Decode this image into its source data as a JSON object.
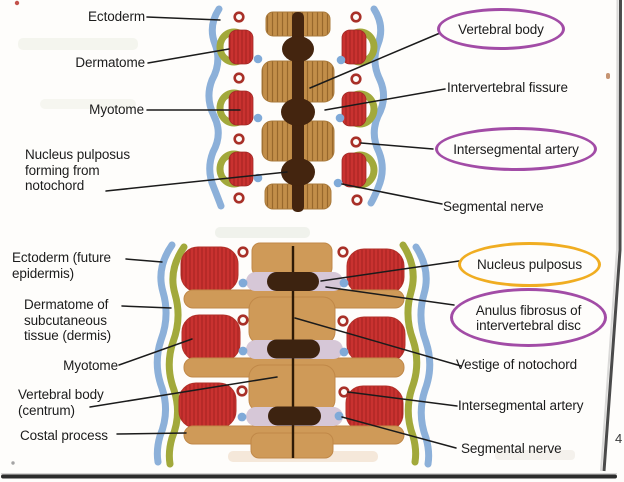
{
  "page": {
    "page_number": "4"
  },
  "palette": {
    "vertebra_tan_top": "#c28e49",
    "vertebra_tan_bottom": "#cf9a58",
    "tan_stripe": "#8a5a22",
    "somite_red": "#c93230",
    "red_stripe": "#9b1f1e",
    "dermatome_olive": "#a2a93b",
    "ectoderm_blue": "#8cb0d9",
    "notochord_dark_brown": "#44250f",
    "disc_lavender": "#d6c7d7",
    "circle_purple": "#a24ca6",
    "circle_yellow": "#f0ad21",
    "leader_line": "#1b1b1b"
  },
  "top_diagram": {
    "labels": {
      "ectoderm": "Ectoderm",
      "dermatome": "Dermatome",
      "myotome": "Myotome",
      "nucleus_pulposus_forming": "Nucleus pulposus forming from notochord",
      "vertebral_body": "Vertebral body",
      "intervertebral_fissure": "Intervertebral fissure",
      "intersegmental_artery": "Intersegmental artery",
      "segmental_nerve": "Segmental nerve"
    }
  },
  "bottom_diagram": {
    "labels": {
      "ectoderm_future_epidermis": "Ectoderm (future epidermis)",
      "dermatome_subcutaneous": "Dermatome of subcutaneous tissue (dermis)",
      "myotome": "Myotome",
      "vertebral_body_centrum": "Vertebral body (centrum)",
      "costal_process": "Costal process",
      "nucleus_pulposus": "Nucleus pulposus",
      "anulus_fibrosus": "Anulus fibrosus of intervertebral disc",
      "vestige_of_notochord": "Vestige of notochord",
      "intersegmental_artery": "Intersegmental artery",
      "segmental_nerve": "Segmental nerve"
    }
  }
}
